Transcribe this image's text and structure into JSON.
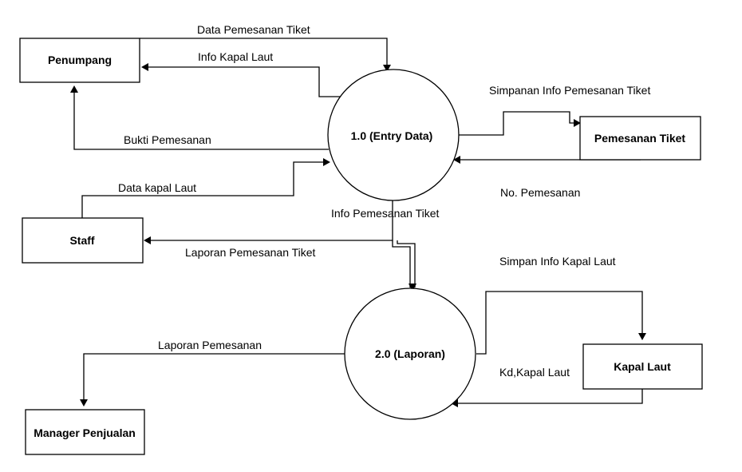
{
  "entities": {
    "penumpang": "Penumpang",
    "staff": "Staff",
    "manager": "Manager Penjualan"
  },
  "processes": {
    "entry_data": "1.0 (Entry Data)",
    "laporan": "2.0 (Laporan)"
  },
  "stores": {
    "pemesanan_tiket": "Pemesanan Tiket",
    "kapal_laut": "Kapal Laut"
  },
  "flows": {
    "data_pemesanan_tiket": "Data Pemesanan Tiket",
    "info_kapal_laut": "Info Kapal Laut",
    "bukti_pemesanan": "Bukti Pemesanan",
    "data_kapal_laut": "Data kapal Laut",
    "simpanan_info_pemesanan_tiket": "Simpanan Info Pemesanan Tiket",
    "no_pemesanan": "No. Pemesanan",
    "info_pemesanan_tiket": "Info Pemesanan Tiket",
    "laporan_pemesanan_tiket": "Laporan Pemesanan Tiket",
    "simpan_info_kapal_laut": "Simpan Info Kapal Laut",
    "laporan_pemesanan": "Laporan Pemesanan",
    "kd_kapal_laut": "Kd,Kapal Laut"
  }
}
